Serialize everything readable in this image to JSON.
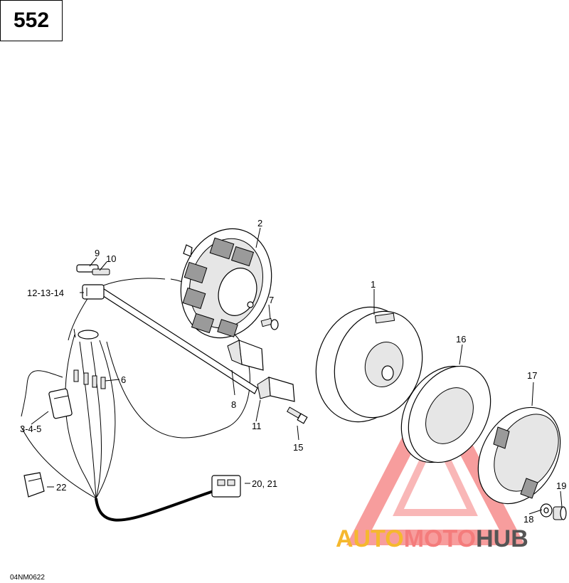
{
  "page_number": "552",
  "figure_code": "04NM0622",
  "callouts": {
    "c1": "1",
    "c2": "2",
    "c3": "3-4-5",
    "c6": "6",
    "c7": "7",
    "c8": "8",
    "c9": "9",
    "c10": "10",
    "c11": "11",
    "c12": "12-13-14",
    "c15": "15",
    "c16": "16",
    "c17": "17",
    "c18": "18",
    "c19": "19",
    "c20": "20, 21",
    "c22": "22"
  },
  "watermark": {
    "part_a": "AUTO",
    "part_b": "MOTO",
    "part_c": "HUB",
    "color_a": "#f5b82e",
    "color_b": "#f47c7c",
    "color_c": "#555555"
  }
}
